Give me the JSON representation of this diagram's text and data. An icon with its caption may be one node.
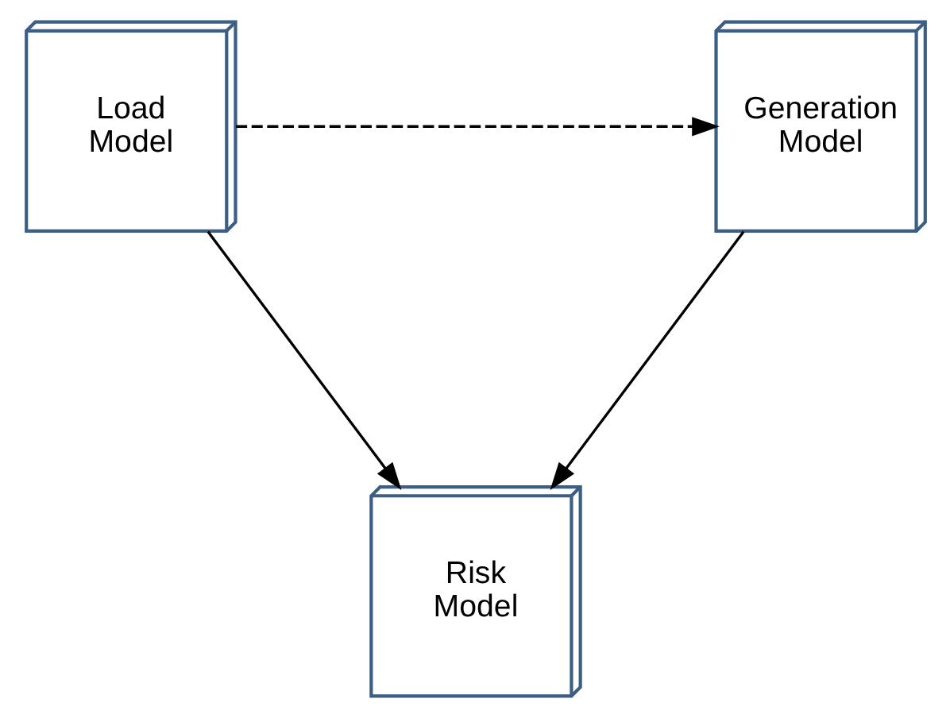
{
  "diagram": {
    "nodes": [
      {
        "text": [
          "Generation Model"
        ]
      },
      {
        "text": [
          "Load Model"
        ]
      },
      {
        "text": [
          "Risk Model"
        ]
      }
    ],
    "edges": [
      {
        "from": 1,
        "to": 0,
        "arrow": "to",
        "style": "dashed"
      },
      {
        "from": 0,
        "to": 2,
        "arrow": "to"
      },
      {
        "from": 1,
        "to": 2,
        "arrow": "to"
      }
    ]
  }
}
